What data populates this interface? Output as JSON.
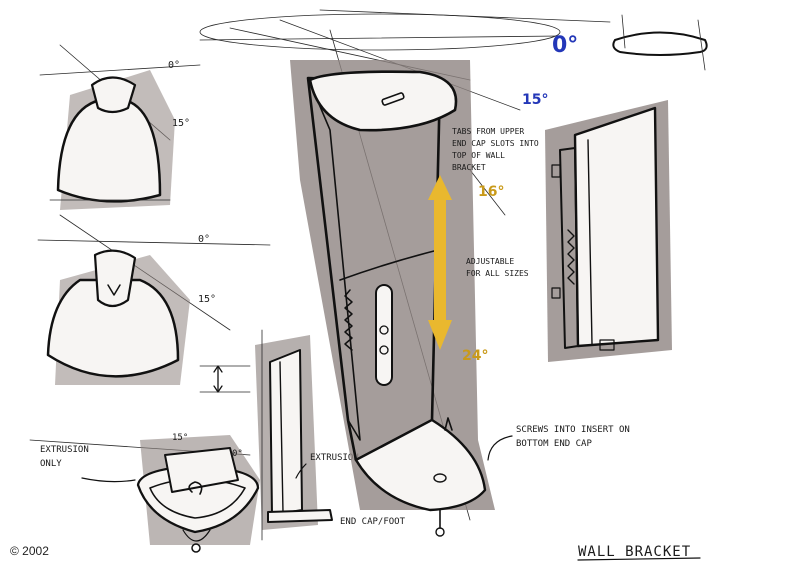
{
  "annotations": {
    "angle_top_right": "0°",
    "angle_fifteen_blue": "15°",
    "angle_sixteen": "16°",
    "angle_twenty_four": "24°",
    "angle_upper_left_0": "0°",
    "angle_upper_left_15": "15°",
    "angle_mid_left_0": "0°",
    "angle_mid_left_15": "15°",
    "angle_bottom_15": "15°",
    "angle_bottom_0": "0°",
    "tabs_note_1": "TABS FROM UPPER",
    "tabs_note_2": "END CAP SLOTS INTO",
    "tabs_note_3": "TOP OF WALL",
    "tabs_note_4": "BRACKET",
    "adjust_note_1": "ADJUSTABLE",
    "adjust_note_2": "FOR ALL SIZES",
    "screws_note_1": "SCREWS INTO INSERT ON",
    "screws_note_2": "BOTTOM END CAP",
    "extrusion_only_1": "EXTRUSION",
    "extrusion_only_2": "ONLY",
    "extrusion_label": "EXTRUSION",
    "endcap_label": "END CAP/FOOT",
    "title": "WALL BRACKET",
    "copyright": "© 2002"
  },
  "colors": {
    "marker_gray": "#8f8582",
    "accent_yellow": "#e9b82e",
    "accent_blue": "#2337b8",
    "ink": "#111111"
  }
}
